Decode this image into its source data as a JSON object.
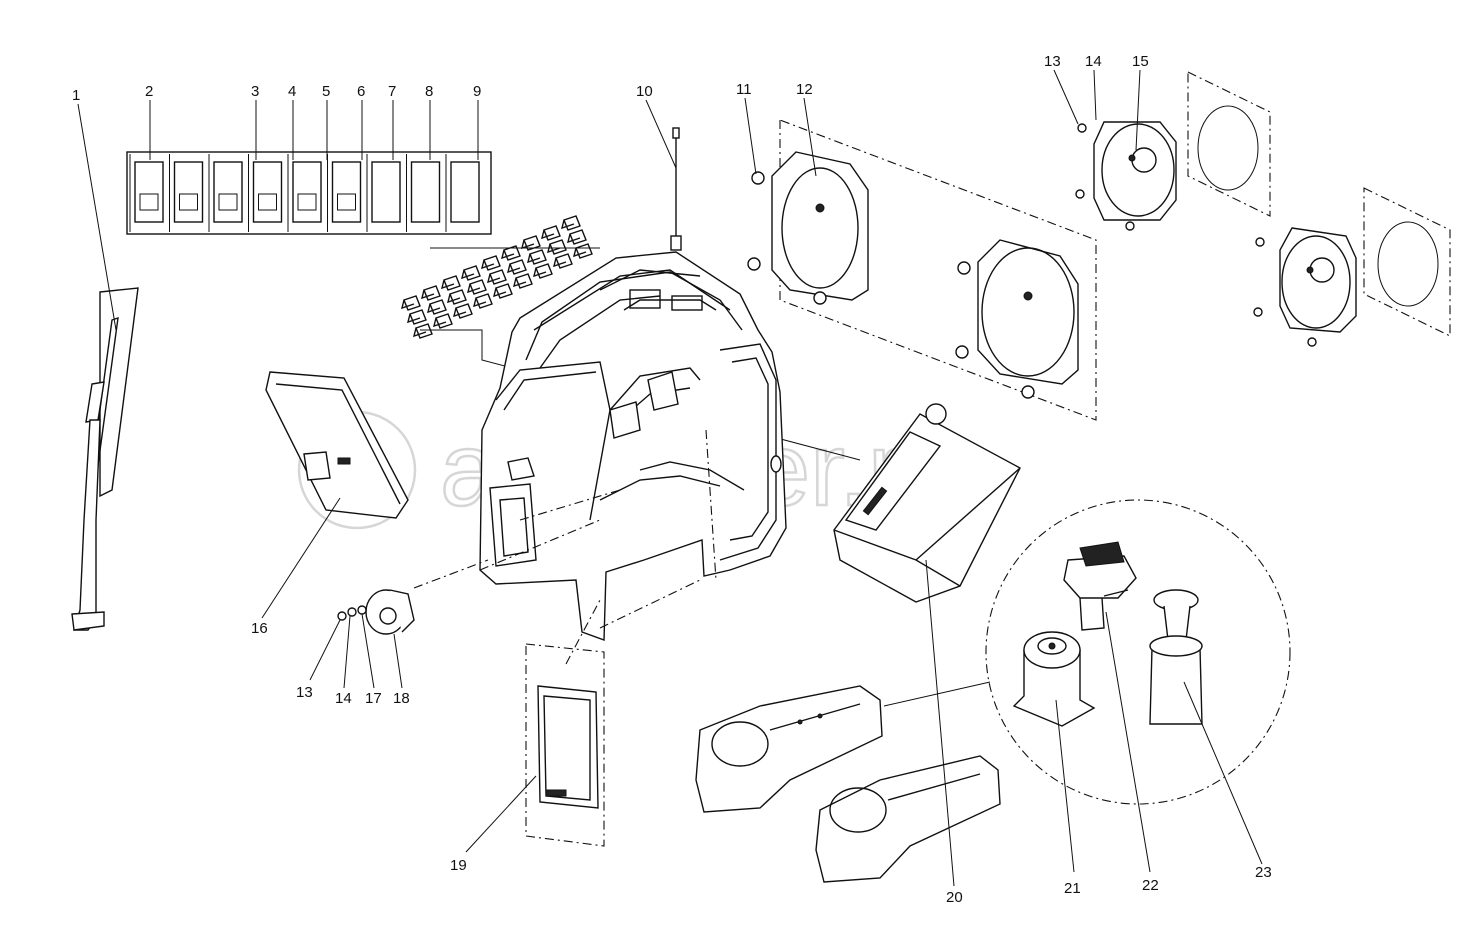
{
  "watermark": {
    "text": "autopiter.ru"
  },
  "callouts": [
    {
      "id": "c1",
      "label": "1"
    },
    {
      "id": "c2",
      "label": "2"
    },
    {
      "id": "c3",
      "label": "3"
    },
    {
      "id": "c4",
      "label": "4"
    },
    {
      "id": "c5",
      "label": "5"
    },
    {
      "id": "c6",
      "label": "6"
    },
    {
      "id": "c7",
      "label": "7"
    },
    {
      "id": "c8",
      "label": "8"
    },
    {
      "id": "c9",
      "label": "9"
    },
    {
      "id": "c10",
      "label": "10"
    },
    {
      "id": "c11",
      "label": "11"
    },
    {
      "id": "c12",
      "label": "12"
    },
    {
      "id": "c13a",
      "label": "13"
    },
    {
      "id": "c14a",
      "label": "14"
    },
    {
      "id": "c15",
      "label": "15"
    },
    {
      "id": "c16",
      "label": "16"
    },
    {
      "id": "c13b",
      "label": "13"
    },
    {
      "id": "c14b",
      "label": "14"
    },
    {
      "id": "c17",
      "label": "17"
    },
    {
      "id": "c18",
      "label": "18"
    },
    {
      "id": "c19",
      "label": "19"
    },
    {
      "id": "c20",
      "label": "20"
    },
    {
      "id": "c21",
      "label": "21"
    },
    {
      "id": "c22",
      "label": "22"
    },
    {
      "id": "c23",
      "label": "23"
    }
  ]
}
